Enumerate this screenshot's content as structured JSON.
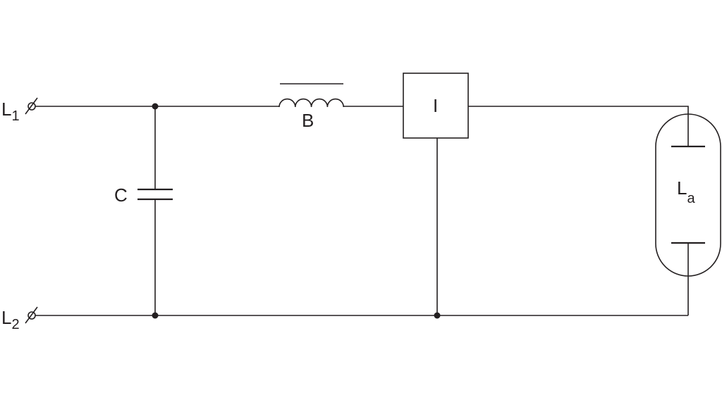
{
  "terminals": {
    "l1": {
      "main": "L",
      "sub": "1"
    },
    "l2": {
      "main": "L",
      "sub": "2"
    }
  },
  "components": {
    "capacitor": {
      "label": "C"
    },
    "ballast": {
      "label": "B"
    },
    "igniter": {
      "label": "I"
    },
    "lamp": {
      "main": "L",
      "sub": "a"
    }
  },
  "colors": {
    "line": "#231f20",
    "background": "#ffffff"
  }
}
